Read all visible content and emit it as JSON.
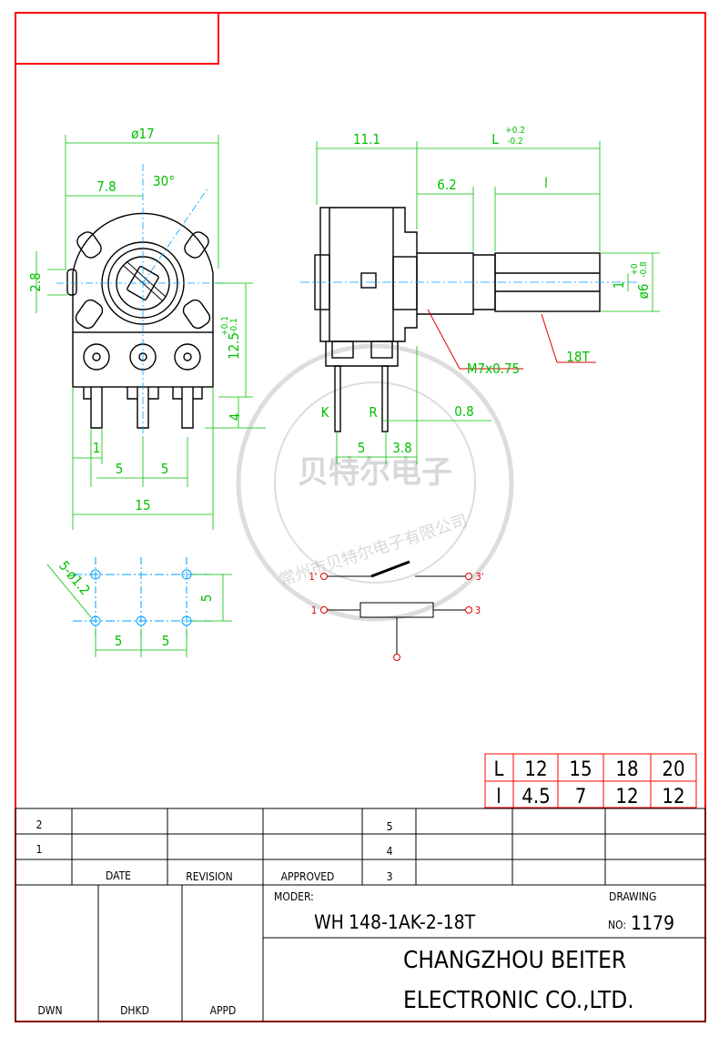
{
  "front_view": {
    "dia": "ø17",
    "w78": "7.8",
    "angle": "30°",
    "h28": "2.8",
    "h125": "12.5",
    "h125_tol_up": "+0.1",
    "h125_tol_dn": "-0.1",
    "h4": "4",
    "p1": "1",
    "p5a": "5",
    "p5b": "5",
    "w15": "15"
  },
  "side_view": {
    "w111": "11.1",
    "L": "L",
    "L_tol_up": "+0.2",
    "L_tol_dn": "-0.2",
    "w62": "6.2",
    "l": "l",
    "d6": "ø6",
    "d6_tol_up": "+0",
    "d6_tol_dn": "-0.8",
    "one": "1",
    "thread": "M7x0.75",
    "knurl": "18T",
    "pin_k": "K",
    "pin_r": "R",
    "d08": "0.8",
    "d5": "5",
    "d38": "3.8"
  },
  "hole_view": {
    "holes": "5-ø1.2",
    "v5": "5",
    "h5a": "5",
    "h5b": "5"
  },
  "schematic": {
    "t1p": "1'",
    "t3p": "3'",
    "t1": "1",
    "t3": "3"
  },
  "watermark": {
    "center": "贝特尔电子",
    "ring": "常州市贝特尔电子有限公司"
  },
  "length_table": {
    "row_L": {
      "label": "L",
      "values": [
        "12",
        "15",
        "18",
        "20"
      ]
    },
    "row_l": {
      "label": "l",
      "values": [
        "4.5",
        "7",
        "12",
        "12"
      ]
    }
  },
  "revision_block": {
    "rows": [
      "2",
      "1"
    ],
    "headers": [
      "DATE",
      "REVISION",
      "APPROVED"
    ],
    "right_numbers": [
      "5",
      "4",
      "3"
    ]
  },
  "title_block": {
    "moder_label": "MODER:",
    "model_prefix": "WH",
    "model": "148-1AK-2-18T",
    "drawing_label": "DRAWING",
    "no_label": "NO:",
    "drawing_no": "1179",
    "company_line1": "CHANGZHOU BEITER",
    "company_line2": "ELECTRONIC CO.,LTD.",
    "sign_labels": [
      "DWN",
      "DHKD",
      "APPD"
    ]
  },
  "colors": {
    "frame": "#ff0000",
    "dimension": "#00c000",
    "centerline": "#00a0ff",
    "outline": "#000000",
    "callout": "#d00000"
  }
}
